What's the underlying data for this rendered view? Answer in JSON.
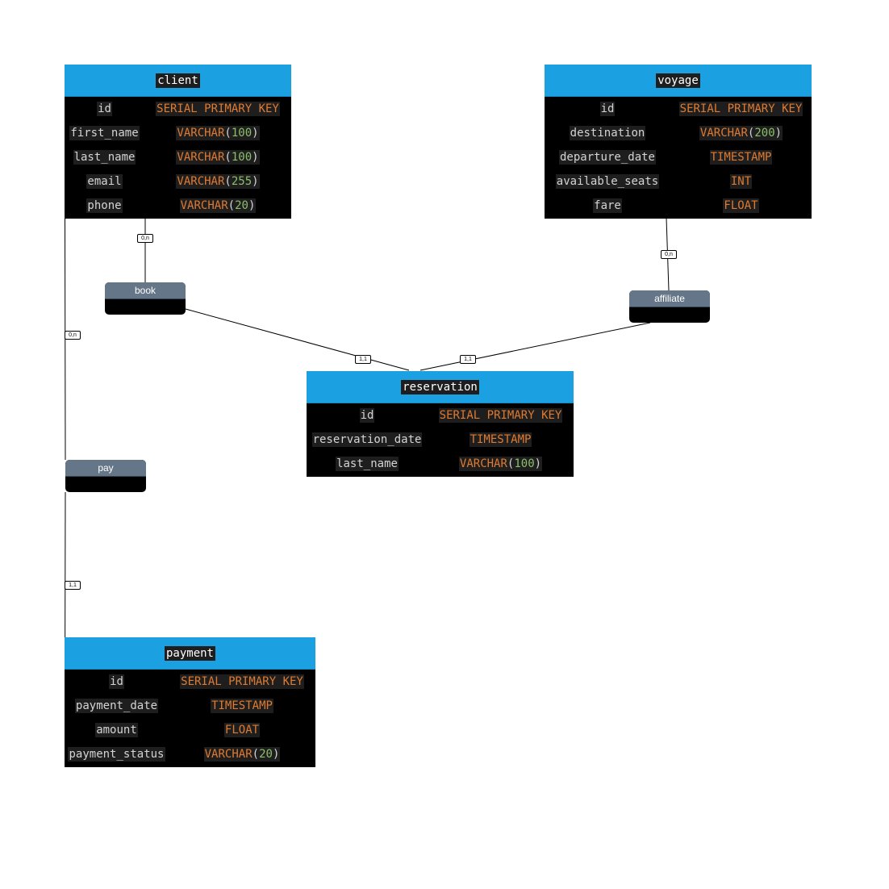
{
  "entities": {
    "client": {
      "name": "client",
      "fields": [
        {
          "name": "id",
          "type": "SERIAL PRIMARY KEY"
        },
        {
          "name": "first_name",
          "type": "VARCHAR(100)"
        },
        {
          "name": "last_name",
          "type": "VARCHAR(100)"
        },
        {
          "name": "email",
          "type": "VARCHAR(255)"
        },
        {
          "name": "phone",
          "type": "VARCHAR(20)"
        }
      ]
    },
    "voyage": {
      "name": "voyage",
      "fields": [
        {
          "name": "id",
          "type": "SERIAL PRIMARY KEY"
        },
        {
          "name": "destination",
          "type": "VARCHAR(200)"
        },
        {
          "name": "departure_date",
          "type": "TIMESTAMP"
        },
        {
          "name": "available_seats",
          "type": "INT"
        },
        {
          "name": "fare",
          "type": "FLOAT"
        }
      ]
    },
    "reservation": {
      "name": "reservation",
      "fields": [
        {
          "name": "id",
          "type": "SERIAL PRIMARY KEY"
        },
        {
          "name": "reservation_date",
          "type": "TIMESTAMP"
        },
        {
          "name": "last_name",
          "type": "VARCHAR(100)"
        }
      ]
    },
    "payment": {
      "name": "payment",
      "fields": [
        {
          "name": "id",
          "type": "SERIAL PRIMARY KEY"
        },
        {
          "name": "payment_date",
          "type": "TIMESTAMP"
        },
        {
          "name": "amount",
          "type": "FLOAT"
        },
        {
          "name": "payment_status",
          "type": "VARCHAR(20)"
        }
      ]
    }
  },
  "relationships": {
    "book": "book",
    "affiliate": "affiliate",
    "pay": "pay"
  },
  "cardinalities": {
    "client_book": "0,n",
    "book_reservation": "1,1",
    "voyage_affiliate": "0,n",
    "affiliate_reservation": "1,1",
    "client_pay": "0,n",
    "pay_payment": "1,1"
  },
  "colors": {
    "entity_header": "#1ba1e2",
    "entity_body": "#000000",
    "relationship_header": "#647687",
    "field_name": "#d4d4d4",
    "type_keyword": "#e07a2f",
    "type_number": "#8bbf6a"
  }
}
